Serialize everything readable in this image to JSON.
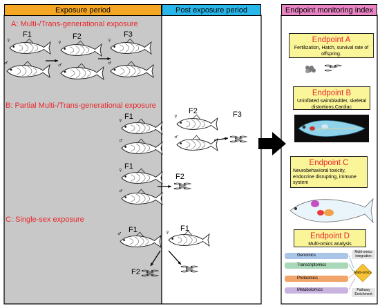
{
  "headers": {
    "exposure_period": "Exposure period",
    "post_exposure_period": "Post exposure period",
    "endpoint_index": "Endpoint monitoring index"
  },
  "sections": {
    "a_title": "A:  Multi-/Trans-generational exposure",
    "b_title": "B:  Partial Multi-/Trans-generational exposure",
    "c_title": "C:  Single-sex exposure"
  },
  "generations": {
    "a_f1": "F1",
    "a_f2": "F2",
    "a_f3": "F3",
    "b_f1_top": "F1",
    "b_f2_top": "F2",
    "b_f3": "F3",
    "b_f1_bottom": "F1",
    "b_f2_bottom": "F2",
    "c_f1_left": "F1",
    "c_f1_right": "F1",
    "c_f2": "F2"
  },
  "endpoints": {
    "a": {
      "title": "Endpoint A",
      "desc": "Fertilization, Hatch, survival rate of  offspring."
    },
    "b": {
      "title": "Endpoint B",
      "desc": "Uninflated swimbladder, skeletal distortions,Cardiac"
    },
    "c": {
      "title": "Endpoint C",
      "desc": "Neurobehavioral toxicity, endocrine disrupting, immune system"
    },
    "d": {
      "title": "Endpoint D",
      "desc": "Multi-omics analysis"
    }
  },
  "omics": {
    "genomics": "Genomics",
    "transcriptomics": "Transcriptomics",
    "proteomics": "Proteomics",
    "metabolomics": "Metabolomics",
    "integration": "Multi-omics integration",
    "center": "Multi-omics",
    "pathway": "Pathway Enrichment"
  },
  "colors": {
    "exposure_header": "#f5a623",
    "post_header": "#29b6e8",
    "endpoint_header": "#e985c4",
    "exposure_bg": "#c8c8c8",
    "section_title": "#e8262a",
    "endpoint_box": "#fbf59a",
    "big_arrow": "#000000",
    "genomics": "#a9c6e8",
    "transcriptomics": "#a9d8b8",
    "proteomics": "#f2a56b",
    "metabolomics": "#c9b4e0",
    "omics_center": "#f7c234"
  }
}
